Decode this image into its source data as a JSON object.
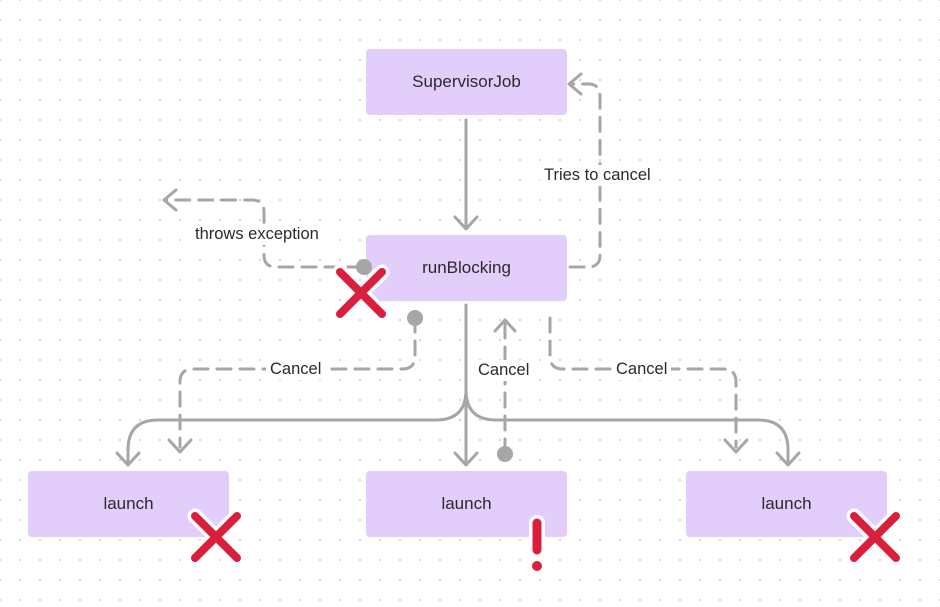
{
  "nodes": {
    "supervisor_job": "SupervisorJob",
    "run_blocking": "runBlocking",
    "launch_left": "launch",
    "launch_middle": "launch",
    "launch_right": "launch"
  },
  "edge_labels": {
    "tries_to_cancel": "Tries to cancel",
    "throws_exception": "throws exception",
    "cancel_left": "Cancel",
    "cancel_middle": "Cancel",
    "cancel_right": "Cancel"
  },
  "markers": {
    "run_blocking": "cancelled-cross-icon",
    "launch_left": "cancelled-cross-icon",
    "launch_middle": "exclamation-icon",
    "launch_right": "cancelled-cross-icon"
  },
  "colors": {
    "node_fill": "#e2cdfb",
    "arrow": "#a6a6a6",
    "cross": "#d91f3c"
  }
}
